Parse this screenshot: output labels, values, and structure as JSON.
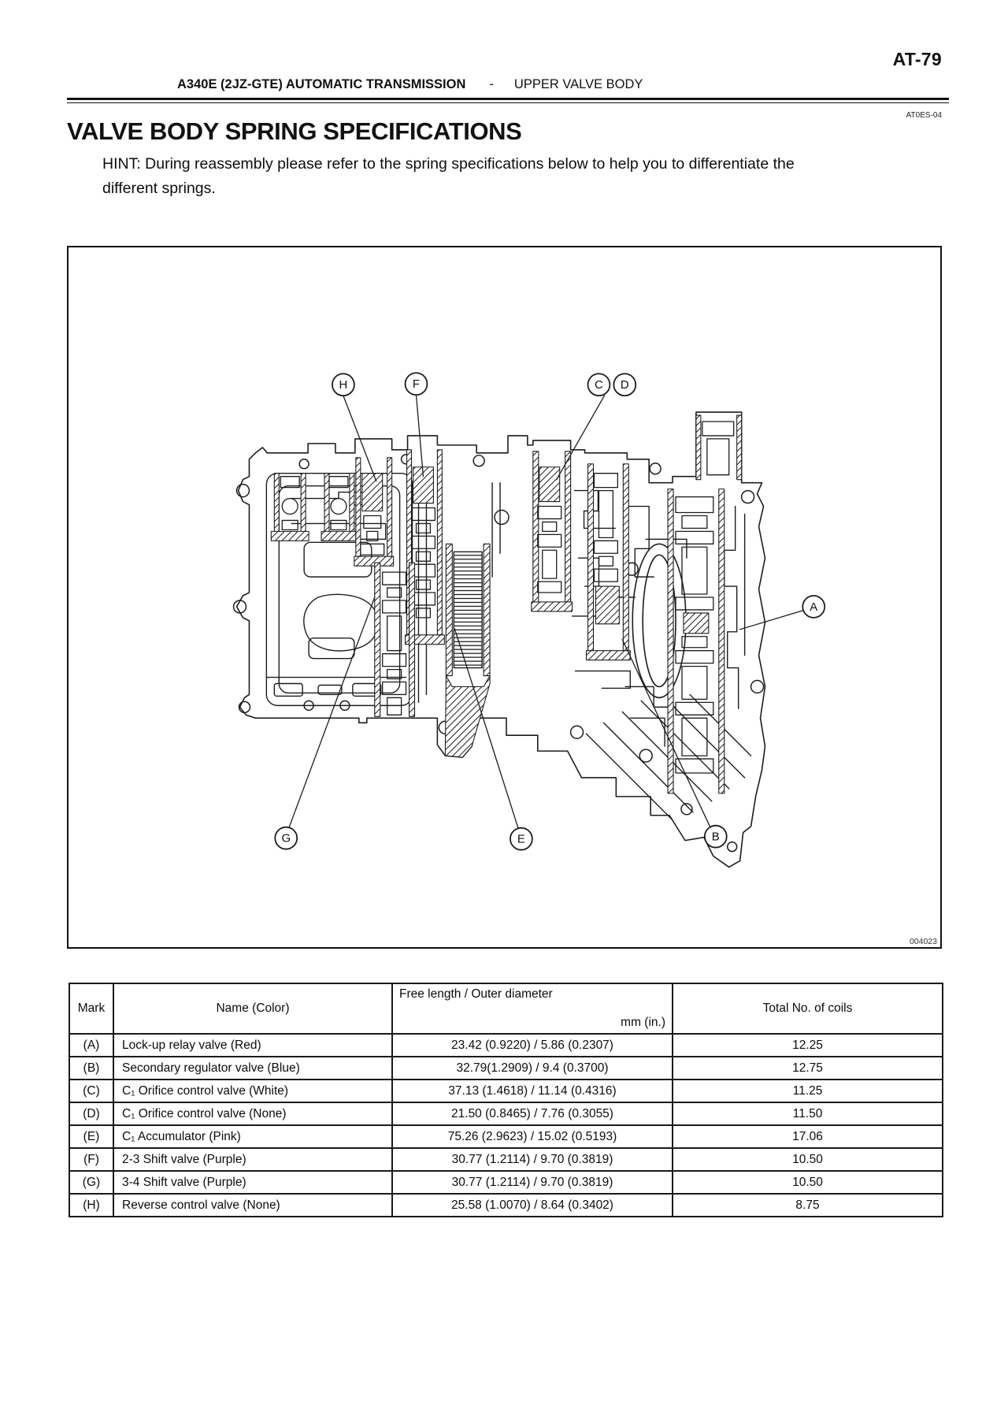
{
  "page": {
    "number": "AT-79",
    "doc_code": "AT0ES-04",
    "figure_number": "004023"
  },
  "header": {
    "section_bold": "A340E (2JZ-GTE)  AUTOMATIC TRANSMISSION",
    "dash": "-",
    "section": "UPPER VALVE BODY"
  },
  "title": "VALVE BODY SPRING SPECIFICATIONS",
  "hint": {
    "line1": "HINT: During reassembly please refer to the spring specifications below to help you to differentiate the",
    "line2": "different springs."
  },
  "figure": {
    "callouts": [
      "H",
      "F",
      "C",
      "D",
      "A",
      "G",
      "E",
      "B"
    ]
  },
  "table": {
    "col_mark": "Mark",
    "col_name": "Name (Color)",
    "col_free": "Free length / Outer diameter",
    "col_free_unit": "mm (in.)",
    "col_coils": "Total No. of coils",
    "rows": [
      {
        "mark": "(A)",
        "name": "Lock-up relay valve (Red)",
        "free": "23.42 (0.9220) / 5.86 (0.2307)",
        "coils": "12.25"
      },
      {
        "mark": "(B)",
        "name": "Secondary regulator valve (Blue)",
        "free": "32.79(1.2909) / 9.4 (0.3700)",
        "coils": "12.75"
      },
      {
        "mark": "(C)",
        "name": "C₁ Orifice control valve (White)",
        "free": "37.13 (1.4618) / 11.14 (0.4316)",
        "coils": "11.25"
      },
      {
        "mark": "(D)",
        "name": "C₁ Orifice control valve (None)",
        "free": "21.50 (0.8465) / 7.76 (0.3055)",
        "coils": "11.50"
      },
      {
        "mark": "(E)",
        "name": "C₁ Accumulator (Pink)",
        "free": "75.26 (2.9623) / 15.02 (0.5193)",
        "coils": "17.06"
      },
      {
        "mark": "(F)",
        "name": "2-3 Shift valve (Purple)",
        "free": "30.77 (1.2114) / 9.70 (0.3819)",
        "coils": "10.50"
      },
      {
        "mark": "(G)",
        "name": "3-4 Shift valve (Purple)",
        "free": "30.77 (1.2114) / 9.70 (0.3819)",
        "coils": "10.50"
      },
      {
        "mark": "(H)",
        "name": "Reverse control valve (None)",
        "free": "25.58 (1.0070) / 8.64 (0.3402)",
        "coils": "8.75"
      }
    ]
  }
}
